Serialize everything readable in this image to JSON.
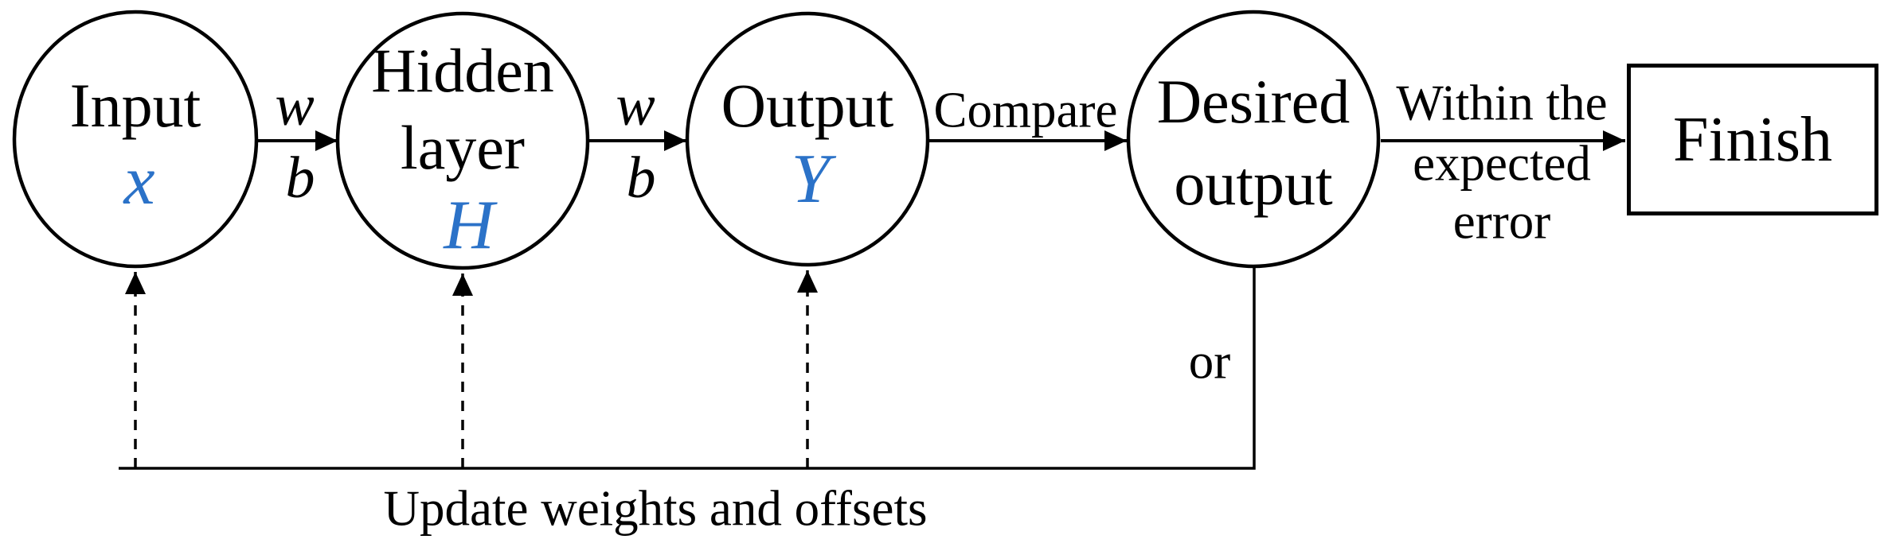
{
  "diagram": {
    "nodes": {
      "input": {
        "label": "Input",
        "symbol": "x"
      },
      "hidden": {
        "lines": [
          "Hidden",
          "layer"
        ],
        "symbol": "H"
      },
      "output": {
        "label": "Output",
        "symbol": "Y"
      },
      "desired": {
        "lines": [
          "Desired",
          "output"
        ]
      },
      "finish": {
        "label": "Finish"
      }
    },
    "edges": {
      "input_to_hidden": {
        "weight": "w",
        "bias": "b"
      },
      "hidden_to_output": {
        "weight": "w",
        "bias": "b"
      },
      "output_to_desired": {
        "label": "Compare"
      },
      "desired_to_finish": {
        "lines": [
          "Within the",
          "expected",
          "error"
        ]
      },
      "feedback": {
        "branch_label": "or",
        "label": "Update weights and offsets"
      }
    },
    "colors": {
      "accent_blue": "#2B72C8",
      "line_black": "#000000"
    }
  }
}
